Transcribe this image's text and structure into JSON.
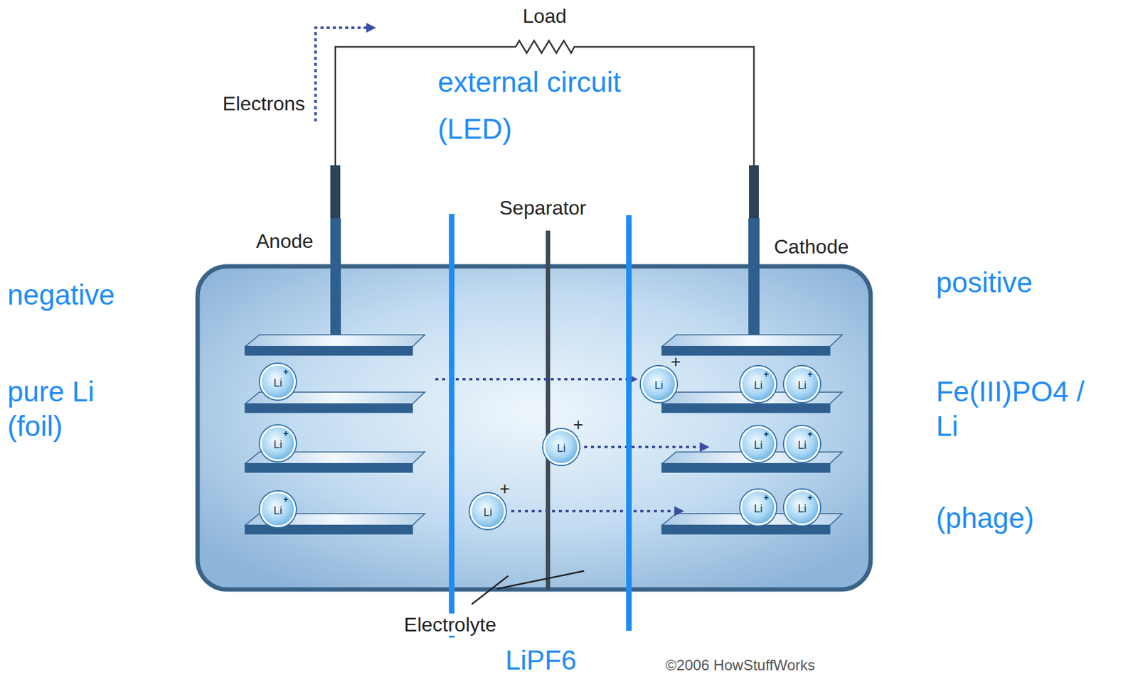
{
  "diagram": {
    "nodes": [
      {
        "text": [
          "Li",
          "+"
        ]
      },
      {
        "text": [
          "Li",
          "+"
        ]
      },
      {
        "text": [
          "Li",
          "+"
        ]
      },
      {
        "text": [
          "Li",
          "+"
        ]
      },
      {
        "text": [
          "Li",
          "+"
        ]
      },
      {
        "text": [
          "Li",
          "+"
        ]
      },
      {
        "text": [
          "Li",
          "+"
        ]
      },
      {
        "text": [
          "Li",
          "+"
        ]
      },
      {
        "text": [
          "Li",
          "+"
        ]
      },
      {
        "text": [
          "Li",
          "+"
        ]
      },
      {
        "text": [
          "Li",
          "+"
        ]
      },
      {
        "text": [
          "Li",
          "+"
        ]
      }
    ],
    "labels": [
      "Load",
      "Electrons",
      "external circuit (LED)",
      "Separator",
      "Anode",
      "Cathode",
      "negative",
      "pure Li (foil)",
      "positive",
      "Fe(III)PO4 / Li",
      "(phage)",
      "Electrolyte",
      "LiPF6",
      "©2006 HowStuffWorks"
    ]
  }
}
